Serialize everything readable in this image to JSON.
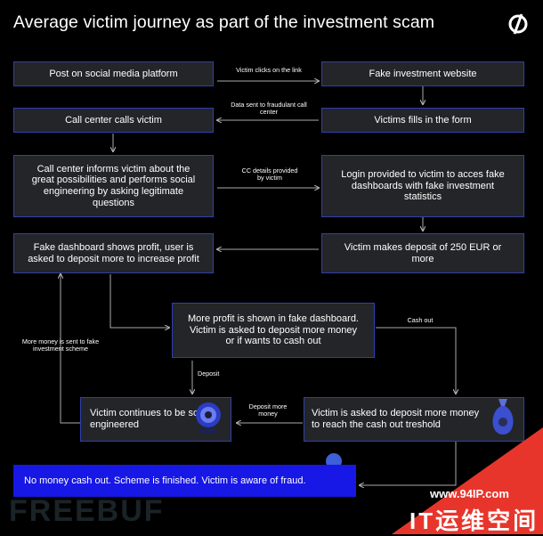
{
  "title": "Average victim journey as part of the investment scam",
  "nodes": {
    "post": "Post on social media platform",
    "fake_site": "Fake investment website",
    "call_center": "Call center calls victim",
    "fills_form": "Victims fills in the form",
    "informs": "Call center informs victim about the great possibilities and performs social engineering by asking legitimate questions",
    "login": "Login provided to victim to acces fake dashboards with fake investment statistics",
    "fake_dashboard": "Fake dashboard shows profit, user is asked to deposit more to increase profit",
    "deposit_250": "Victim makes deposit of 250 EUR or more",
    "more_profit": "More profit is shown in fake dashboard. Victim is asked to deposit more money or if wants to cash out",
    "continues": "Victim continues to be social engineered",
    "deposit_more": "Victim is asked to deposit more money to reach the cash out treshold",
    "final": "No money cash out. Scheme is finished. Victim is aware of fraud."
  },
  "edges": {
    "clicks": "Victim clicks on the link",
    "data_sent": "Data sent to fraudulant call center",
    "cc_details": "CC details provided by victim",
    "cash_out": "Cash out",
    "more_money_sent": "More money is sent to fake investment scheme",
    "deposit": "Deposit",
    "deposit_more_money": "Deposit more money"
  },
  "watermarks": {
    "freebuf": "FREEBUF",
    "url": "www.94IP.com",
    "it": "IT运维空间"
  },
  "colors": {
    "background": "#000000",
    "box_fill": "#232528",
    "box_border": "#2f3fb0",
    "final_fill": "#1717e6",
    "banner": "#e8352c"
  }
}
